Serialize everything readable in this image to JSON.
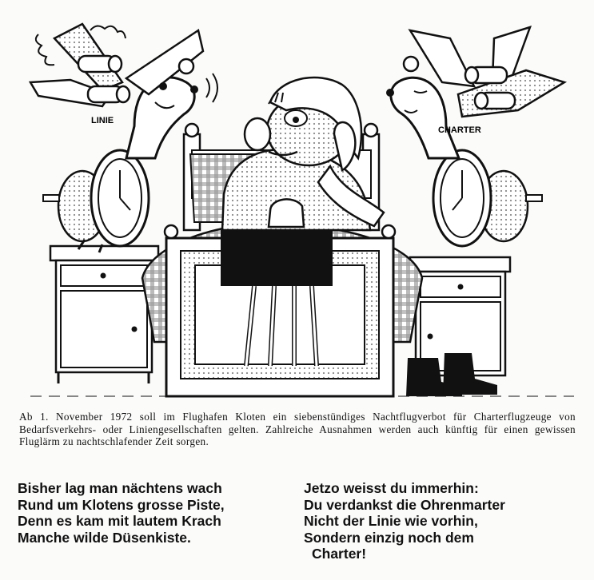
{
  "labels": {
    "left_plane": "LINIE",
    "right_plane": "CHARTER"
  },
  "caption": "Ab 1. November 1972 soll im Flughafen Kloten ein siebenstündiges Nachtflugverbot für Charterflugzeuge von Bedarfsverkehrs- oder Liniengesellschaften gelten. Zahlreiche Ausnahmen werden auch künftig für einen gewissen Fluglärm zu nachtschlafender Zeit sorgen.",
  "poem_left": [
    "Bisher lag man nächtens wach",
    "Rund um Klotens grosse Piste,",
    "Denn es kam mit lautem Krach",
    "Manche wilde Düsenkiste."
  ],
  "poem_right": [
    "Jetzo weisst du immerhin:",
    "Du verdankst die Ohrenmarter",
    "Nicht der Linie wie vorhin,",
    "Sondern einzig noch dem",
    "Charter!"
  ],
  "colors": {
    "ink": "#111111",
    "paper": "#fbfbfa",
    "shade": "#c9c9c9"
  },
  "icons": {
    "left_figure": "airplane-alarm-clock-icon",
    "right_figure": "airplane-alarm-clock-icon",
    "center_figure": "sleepless-man-in-bed-icon"
  }
}
